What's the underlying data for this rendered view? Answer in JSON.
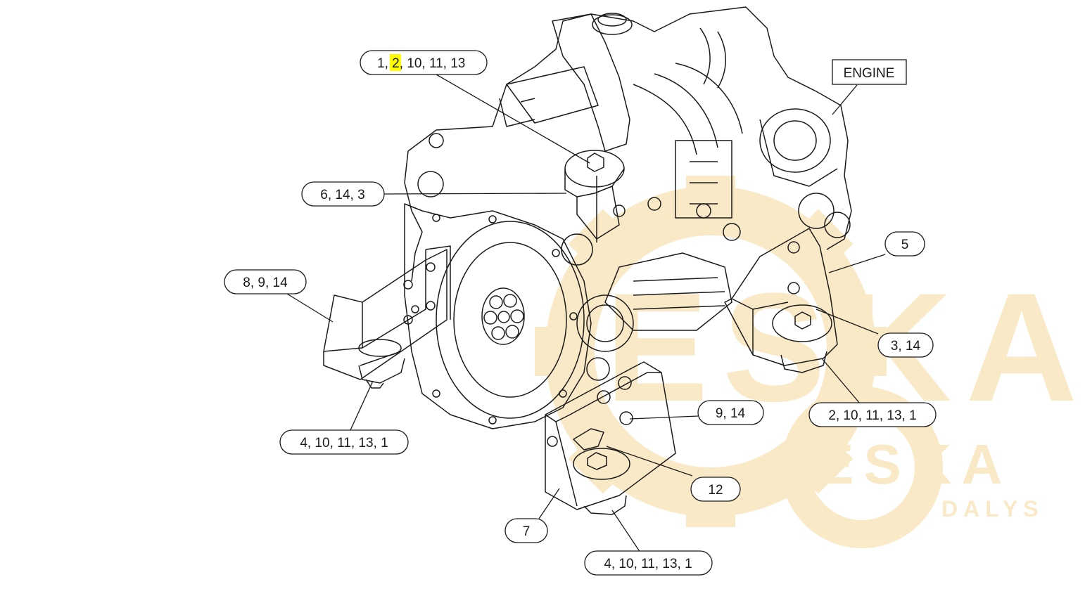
{
  "title_box": {
    "label": "ENGINE"
  },
  "callouts": {
    "c1": {
      "before": "1, ",
      "highlight": "2",
      "after": ", 10, 11, 13"
    },
    "c2": "6, 14, 3",
    "c3": "8, 9, 14",
    "c4": "5",
    "c5": "3, 14",
    "c6": "2, 10, 11, 13, 1",
    "c7": "9, 14",
    "c8": "4, 10, 11, 13, 1",
    "c9": "12",
    "c10": "7",
    "c11": "4, 10, 11, 13, 1"
  },
  "watermark": {
    "big": "ESKA",
    "brand": "ESKA",
    "sub": "DALYS",
    "color": "#f7d89a"
  },
  "colors": {
    "highlight": "#ffff00",
    "line": "#1a1a1a",
    "watermark": "#f7d89a"
  }
}
